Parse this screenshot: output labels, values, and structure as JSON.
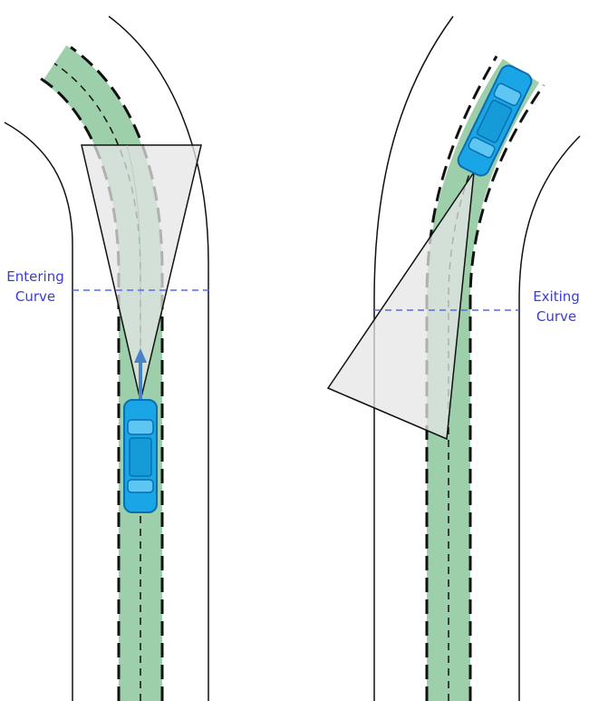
{
  "labels": {
    "entering": [
      "Entering",
      "Curve"
    ],
    "exiting": [
      "Exiting",
      "Curve"
    ]
  },
  "colors": {
    "lane_fill": "#9dcfaa",
    "lane_stroke": "#111111",
    "road_edge": "#111111",
    "car_body": "#1aa6e6",
    "car_outline": "#0a6fb0",
    "arrow": "#4a82c8",
    "fov_fill": "#e6e6e6",
    "threshold_line": "#5a6ae8",
    "text": "#3b3bd8"
  }
}
